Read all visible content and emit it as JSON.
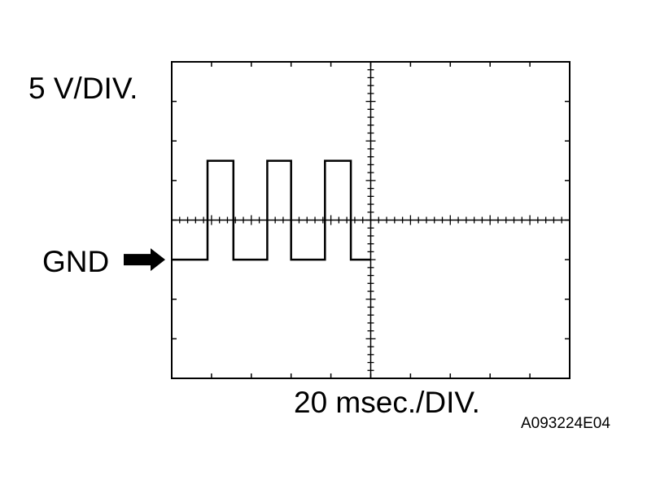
{
  "labels": {
    "vertical_scale": "5 V/DIV.",
    "ground": "GND",
    "horizontal_scale": "20 msec./DIV.",
    "figure_id": "A093224E04"
  },
  "chart_data": {
    "type": "line",
    "title": "",
    "xlabel": "20 msec./DIV.",
    "ylabel": "5 V/DIV.",
    "x_unit": "msec",
    "y_unit": "V",
    "x_per_div": 20,
    "y_per_div": 5,
    "xlim": [
      0,
      200
    ],
    "ylim": [
      -15,
      25
    ],
    "grid": false,
    "reference_marker": "GND",
    "series": [
      {
        "name": "",
        "x": [
          0,
          18,
          18,
          31,
          31,
          48,
          48,
          60,
          60,
          77,
          77,
          90,
          90,
          100
        ],
        "y": [
          0,
          0,
          12.5,
          12.5,
          0,
          0,
          12.5,
          12.5,
          0,
          0,
          12.5,
          12.5,
          0,
          0
        ]
      }
    ],
    "colors": {
      "trace": "#000000",
      "frame": "#000000",
      "background": "#ffffff"
    }
  }
}
